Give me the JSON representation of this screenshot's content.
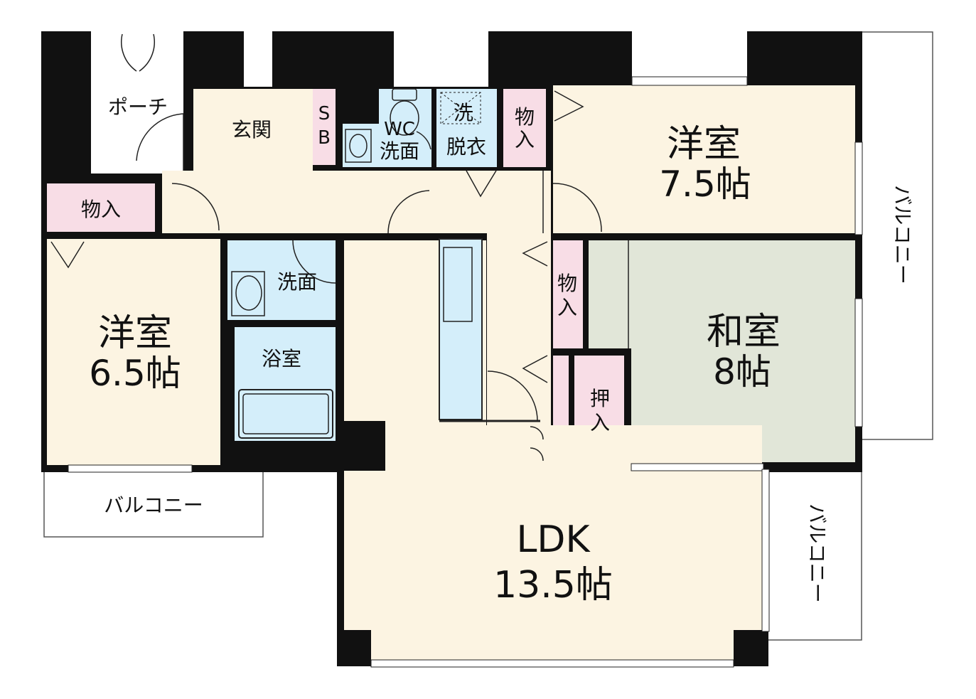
{
  "colors": {
    "wall": "#111111",
    "floor_main": "#fcf4e2",
    "storage": "#f8dde6",
    "wet": "#d4eefa",
    "washitsu": "#e1e6d8",
    "outside": "#ffffff"
  },
  "rooms": {
    "porch": "ポーチ",
    "genkan": "玄関",
    "sb_s": "S",
    "sb_b": "B",
    "wc_1": "WC",
    "wc_2": "洗面",
    "datsui_1": "洗",
    "datsui_2": "脱衣",
    "monoire_top_1": "物",
    "monoire_top_2": "入",
    "youshitsu_75_name": "洋室",
    "youshitsu_75_size": "7.5帖",
    "monoire_left": "物入",
    "senmen": "洗面",
    "yokushitsu": "浴室",
    "youshitsu_65_name": "洋室",
    "youshitsu_65_size": "6.5帖",
    "monoire_mid_1": "物",
    "monoire_mid_2": "入",
    "washitsu_name": "和室",
    "washitsu_size": "8帖",
    "oshiire_1": "押",
    "oshiire_2": "入",
    "ldk_name": "LDK",
    "ldk_size": "13.5帖",
    "balcony_left": "バルコニー",
    "balcony_right_top": "バルコニー",
    "balcony_right_bottom": "バルコニー"
  }
}
